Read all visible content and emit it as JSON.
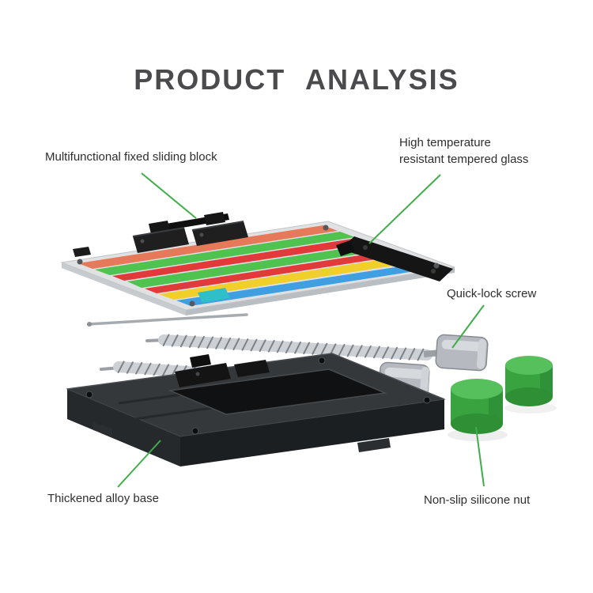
{
  "page": {
    "title": "PRODUCT ANALYSIS"
  },
  "callouts": {
    "sliding_block": "Multifunctional fixed sliding block",
    "tempered_glass": "High temperature\nresistant tempered glass",
    "quick_lock_screw": "Quick-lock screw",
    "alloy_base": "Thickened alloy base",
    "silicone_nut": "Non-slip silicone nut"
  },
  "colors": {
    "callout_green": "#3fae49",
    "title_gray": "#4b4b4d",
    "nut_green": "#38a33f"
  }
}
